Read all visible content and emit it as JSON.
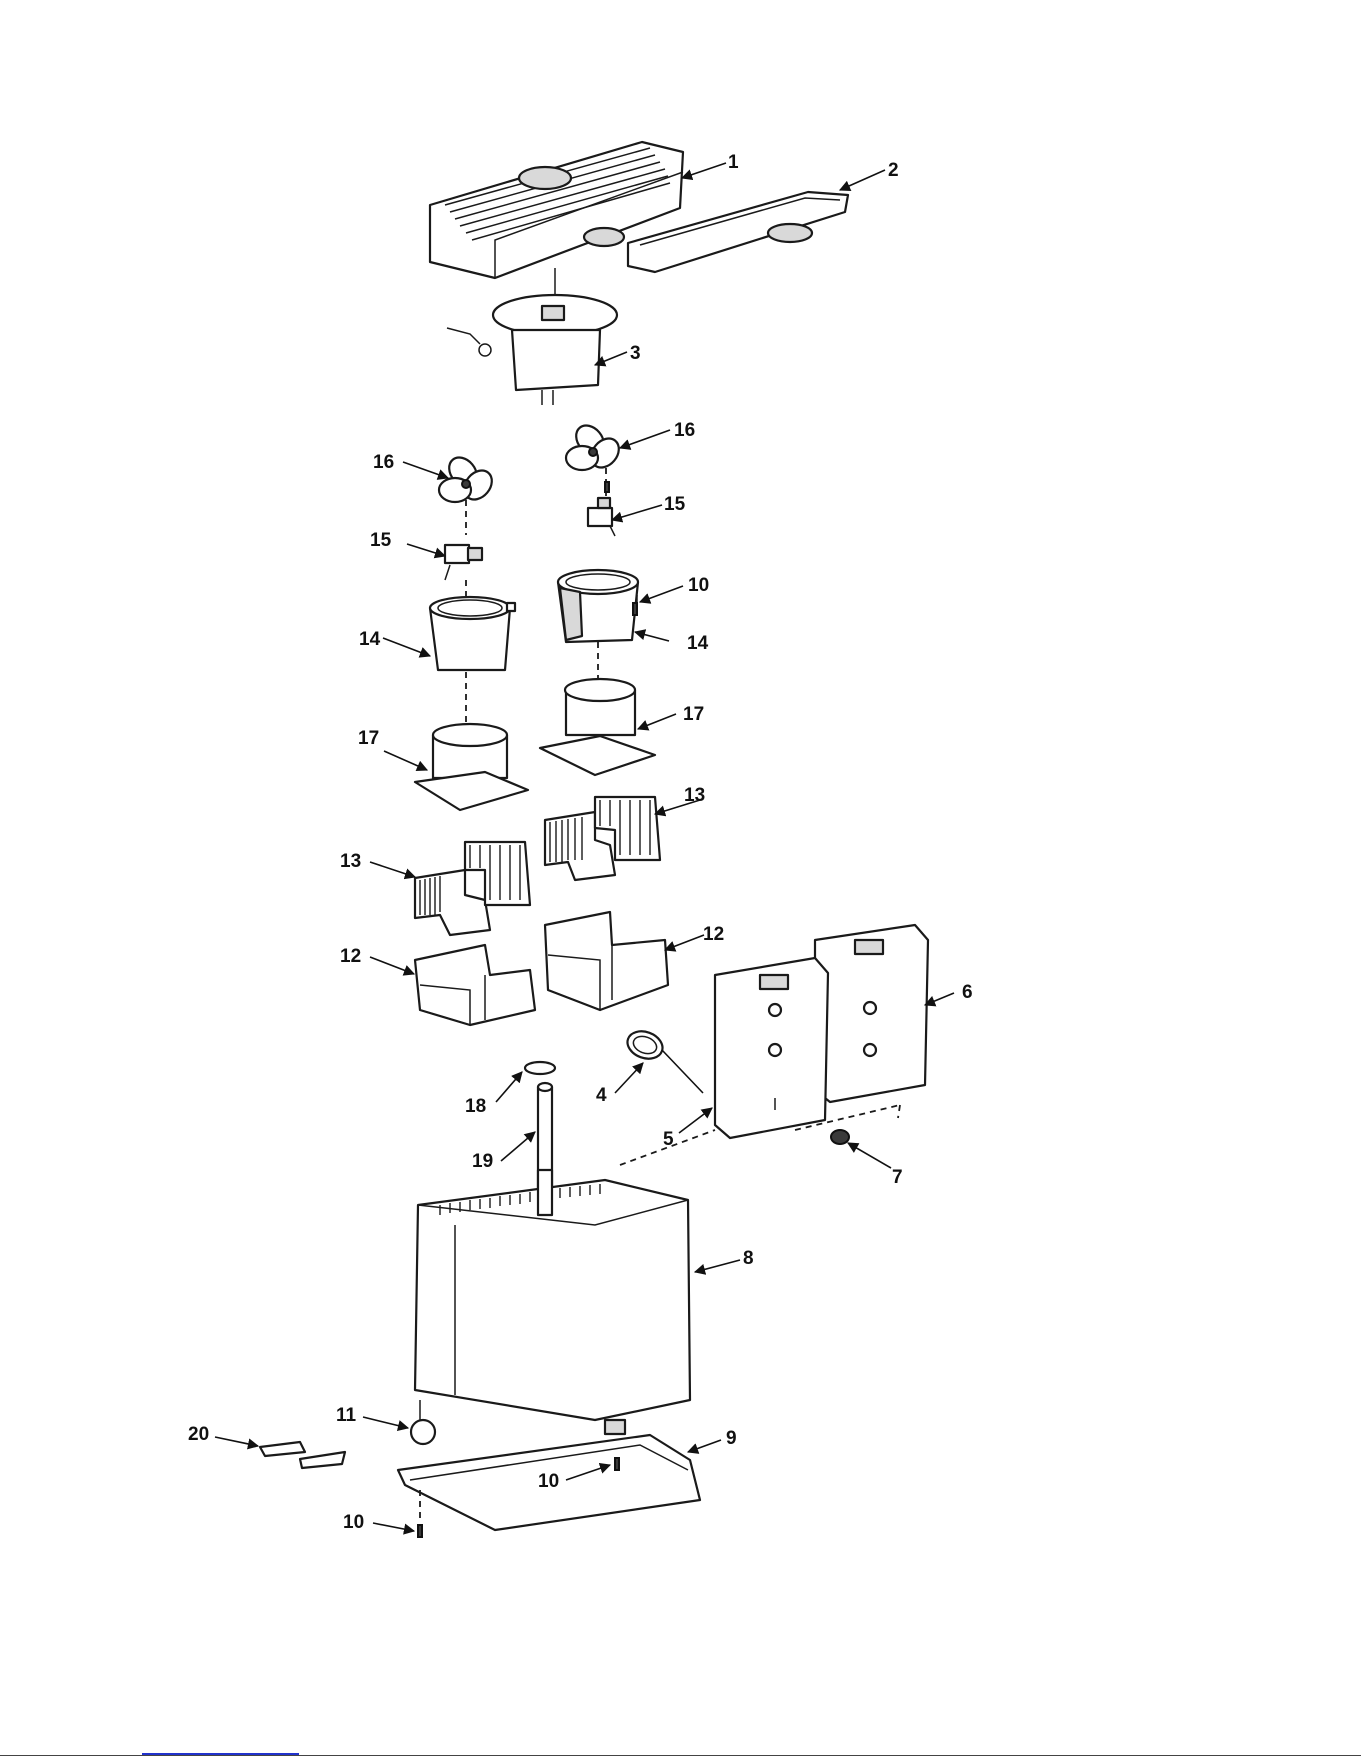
{
  "diagram": {
    "callouts": [
      "1",
      "2",
      "3",
      "16",
      "16",
      "15",
      "15",
      "10",
      "14",
      "14",
      "17",
      "17",
      "13",
      "13",
      "12",
      "12",
      "6",
      "4",
      "18",
      "5",
      "7",
      "19",
      "8",
      "11",
      "9",
      "20",
      "10",
      "10"
    ]
  }
}
